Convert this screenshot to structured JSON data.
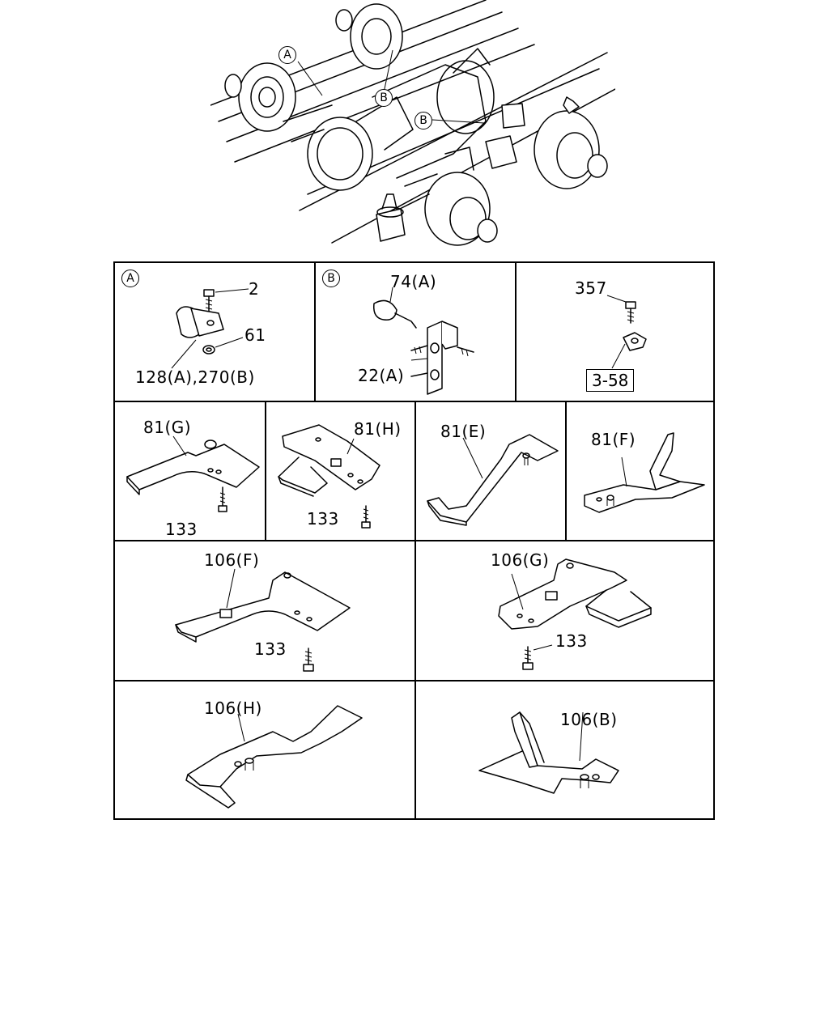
{
  "overview": {
    "callouts": [
      {
        "key": "callout_a",
        "text": "A"
      },
      {
        "key": "callout_b1",
        "text": "B"
      },
      {
        "key": "callout_b2",
        "text": "B"
      }
    ]
  },
  "panels": {
    "a": {
      "marker": "A",
      "labels": {
        "bolt": "2",
        "nut": "61",
        "clip": "128(A),270(B)"
      }
    },
    "b": {
      "marker": "B",
      "labels": {
        "clamp": "74(A)",
        "bracket": "22(A)"
      }
    },
    "c": {
      "labels": {
        "bolt": "357"
      },
      "ref_box": "3-58"
    },
    "r81g": {
      "labels": {
        "part": "81(G)",
        "bolt": "133"
      }
    },
    "r81h": {
      "labels": {
        "part": "81(H)",
        "bolt": "133"
      }
    },
    "r81e": {
      "labels": {
        "part": "81(E)"
      }
    },
    "r81f": {
      "labels": {
        "part": "81(F)"
      }
    },
    "r106f": {
      "labels": {
        "part": "106(F)",
        "bolt": "133"
      }
    },
    "r106g": {
      "labels": {
        "part": "106(G)",
        "bolt": "133"
      }
    },
    "r106h": {
      "labels": {
        "part": "106(H)"
      }
    },
    "r106b": {
      "labels": {
        "part": "106(B)"
      }
    }
  }
}
